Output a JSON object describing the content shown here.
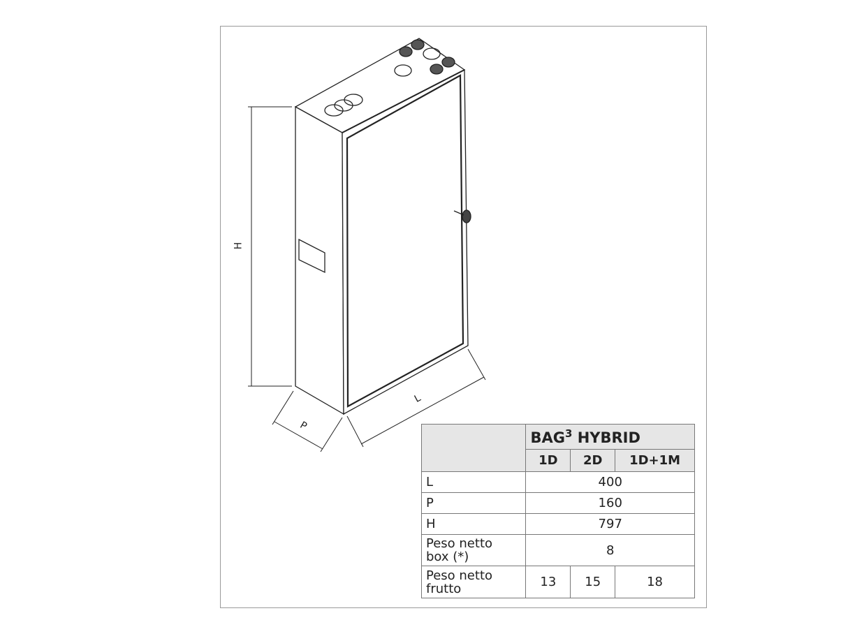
{
  "drawing": {
    "dim_h": "H",
    "dim_p": "P",
    "dim_l": "L"
  },
  "table": {
    "title_main": "BAG",
    "title_sup": "3",
    "title_rest": " HYBRID",
    "variants": [
      "1D",
      "2D",
      "1D+1M"
    ],
    "rows": [
      {
        "label": "L",
        "value": "400"
      },
      {
        "label": "P",
        "value": "160"
      },
      {
        "label": "H",
        "value": "797"
      },
      {
        "label_1": "Peso netto",
        "label_2": "box (*)",
        "value": "8"
      }
    ],
    "frutto": {
      "label_1": "Peso netto",
      "label_2": "frutto",
      "values": [
        "13",
        "15",
        "18"
      ]
    }
  }
}
